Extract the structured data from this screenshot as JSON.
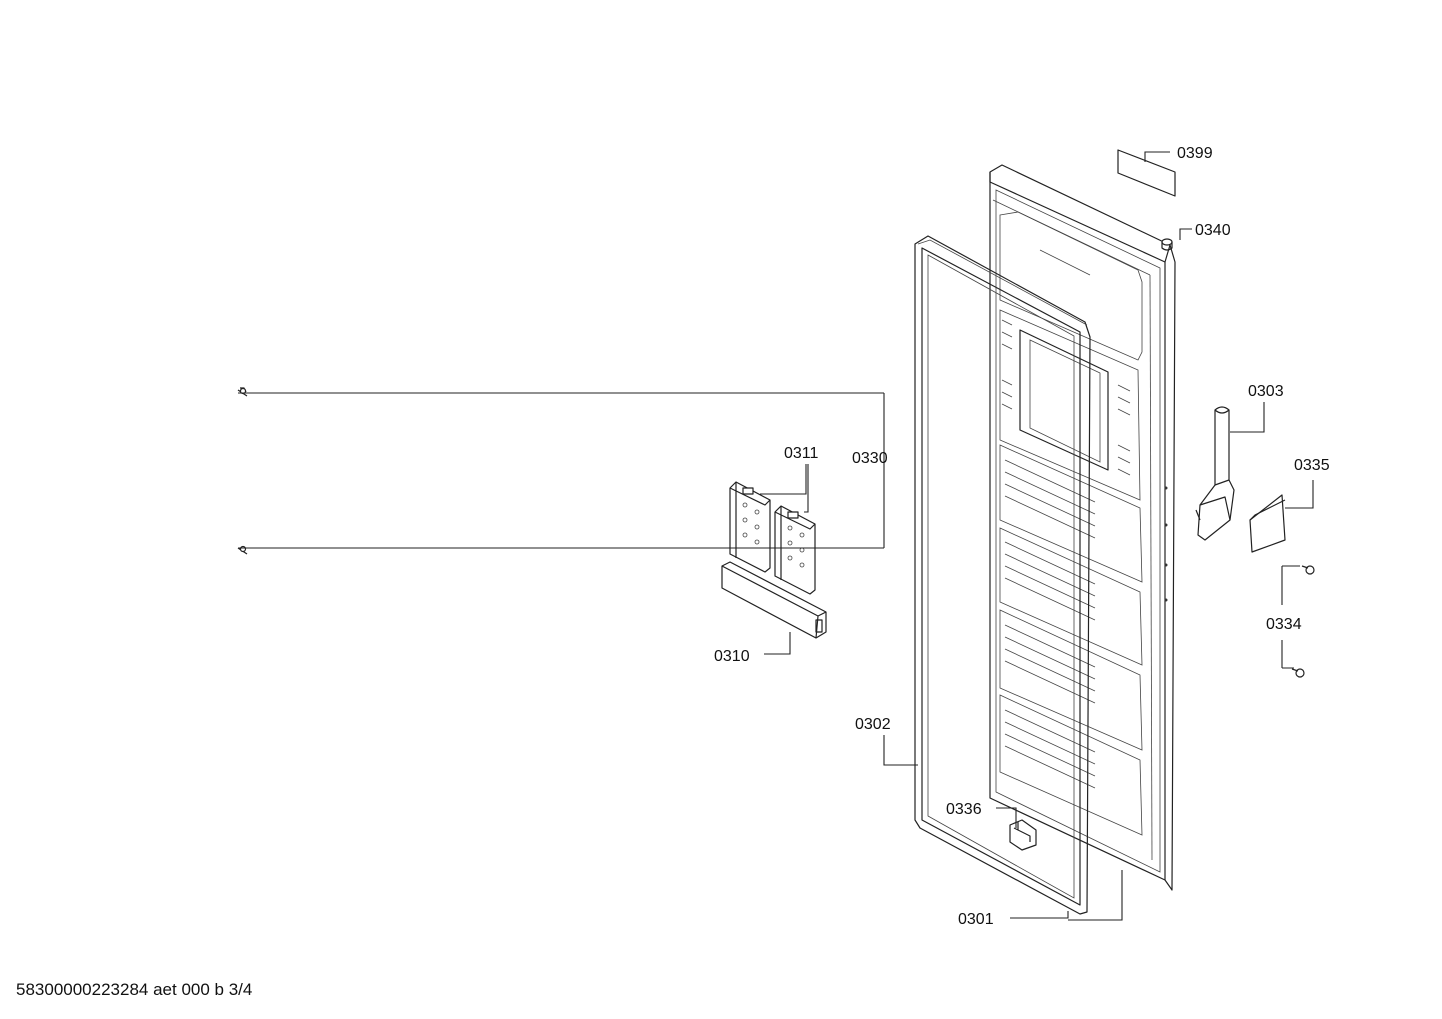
{
  "diagram": {
    "callouts": {
      "p0399": "0399",
      "p0340": "0340",
      "p0303": "0303",
      "p0335": "0335",
      "p0334": "0334",
      "p0311": "0311",
      "p0330": "0330",
      "p0310": "0310",
      "p0302": "0302",
      "p0336": "0336",
      "p0301": "0301"
    },
    "document_ref": "58300000223284 aet 000 b 3/4"
  }
}
